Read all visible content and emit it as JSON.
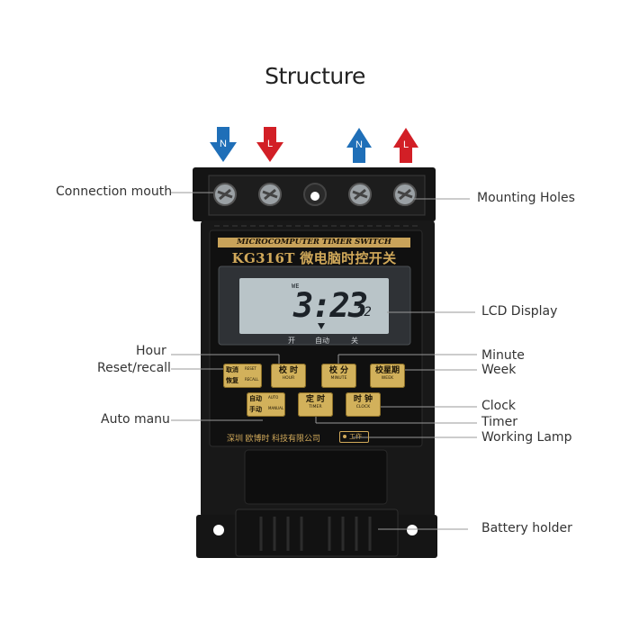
{
  "title": "Structure",
  "arrows": [
    {
      "text": "N",
      "direction": "down",
      "color": "#1f6fb8"
    },
    {
      "text": "L",
      "direction": "down",
      "color": "#d21f26"
    },
    {
      "text": "N",
      "direction": "up",
      "color": "#1f6fb8"
    },
    {
      "text": "L",
      "direction": "up",
      "color": "#d21f26"
    }
  ],
  "labels": {
    "connection_mouth": "Connection mouth",
    "mounting_holes": "Mounting Holes",
    "lcd_display": "LCD Display",
    "hour": "Hour",
    "reset_recall": "Reset/recall",
    "minute": "Minute",
    "week": "Week",
    "clock": "Clock",
    "auto_manu": "Auto manu",
    "timer": "Timer",
    "working_lamp": "Working Lamp",
    "battery_holder": "Battery holder"
  },
  "device": {
    "banner": "MICROCOMPUTER TIMER SWITCH",
    "model": "KG316T 微电脑时控开关",
    "lcd": {
      "indicator": "WE",
      "time": "3:23",
      "seconds": "22"
    },
    "status": {
      "on": "开",
      "auto": "自动",
      "off": "关"
    },
    "buttons": {
      "reset_recall": {
        "cn1": "取消",
        "cn2": "恢复",
        "en1": "RESET",
        "en2": "RECALL"
      },
      "hour": {
        "cn": "校 时",
        "en": "HOUR"
      },
      "minute": {
        "cn": "校 分",
        "en": "MINUTE"
      },
      "week": {
        "cn": "校星期",
        "en": "WEEK"
      },
      "auto_manual": {
        "cn1": "自动",
        "cn2": "手动",
        "en1": "AUTO",
        "en2": "MANUAL"
      },
      "timer": {
        "cn": "定 时",
        "en": "TIMER"
      },
      "clock": {
        "cn": "时 钟",
        "en": "CLOCK"
      }
    },
    "maker": "深圳 欧博时 科技有限公司",
    "lamp": "工作"
  },
  "colors": {
    "gold": "#d1a95a",
    "button": "#d2b15b",
    "lcd": "#b9c4c8",
    "body": "#161616"
  }
}
